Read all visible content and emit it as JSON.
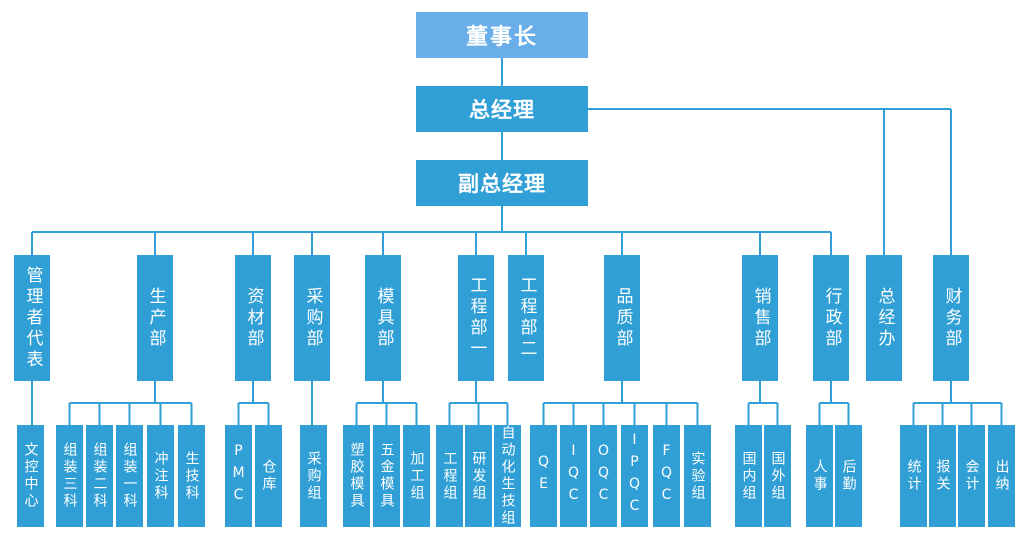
{
  "colors": {
    "node": "#2f9fd6",
    "chairman": "#69aee8",
    "line": "#2f9fd6",
    "text": "#ffffff"
  },
  "chairman": "董事长",
  "general_manager": "总经理",
  "deputy_general_manager": "副总经理",
  "departments": [
    {
      "name": "管理者代表",
      "teams": [
        "文控中心"
      ]
    },
    {
      "name": "生产部",
      "teams": [
        "组装三科",
        "组装二科",
        "组装一科",
        "冲注科",
        "生技科"
      ]
    },
    {
      "name": "资材部",
      "teams": [
        "PMC",
        "仓库"
      ]
    },
    {
      "name": "采购部",
      "teams": [
        "采购组"
      ]
    },
    {
      "name": "模具部",
      "teams": [
        "塑胶模具",
        "五金模具",
        "加工组"
      ]
    },
    {
      "name": "工程部一",
      "teams": [
        "工程组",
        "研发组",
        "自动化生技组"
      ]
    },
    {
      "name": "工程部二",
      "teams": []
    },
    {
      "name": "品质部",
      "teams": [
        "QE",
        "IQC",
        "OQC",
        "IPQC",
        "FQC",
        "实验组"
      ]
    },
    {
      "name": "销售部",
      "teams": [
        "国内组",
        "国外组"
      ]
    },
    {
      "name": "行政部",
      "teams": [
        "人事",
        "后勤"
      ]
    },
    {
      "name": "总经办",
      "teams": []
    },
    {
      "name": "财务部",
      "teams": [
        "统计",
        "报关",
        "会计",
        "出纳"
      ]
    }
  ]
}
